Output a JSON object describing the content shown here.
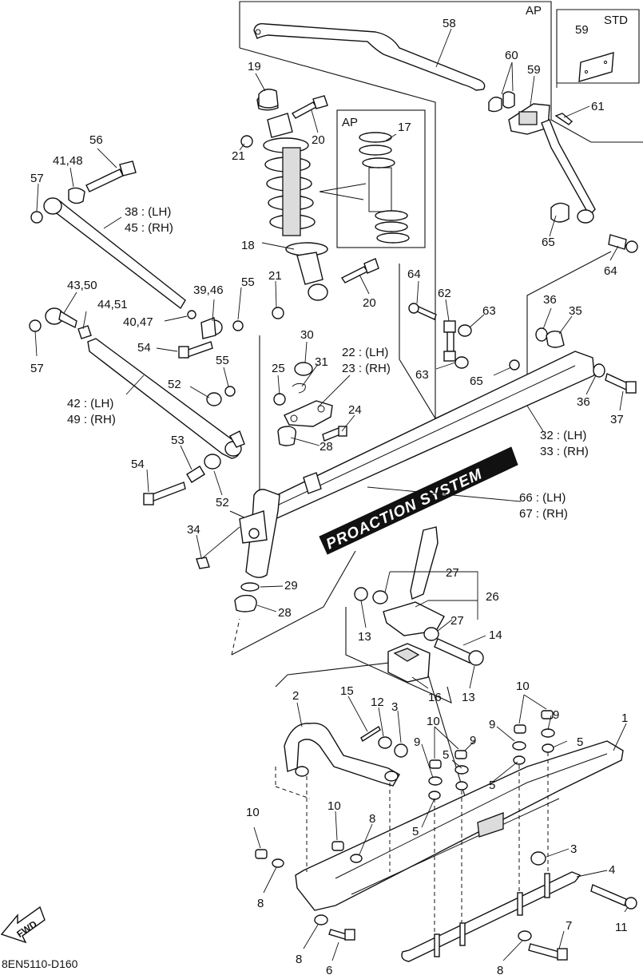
{
  "box_tags": {
    "ap_top": "AP",
    "std": "STD",
    "ap_spring": "AP"
  },
  "brand_decal": "PROACTION SYSTEM",
  "fwd": "FWD",
  "diagram_code": "8EN5110-D160",
  "labels": {
    "l58": "58",
    "l59a": "59",
    "l60": "60",
    "l59b": "59",
    "l61": "61",
    "l19": "19",
    "l20a": "20",
    "l21a": "21",
    "l17": "17",
    "l56": "56",
    "l4148": "41,48",
    "l57a": "57",
    "l38": "38 : (LH)",
    "l45": "45 : (RH)",
    "l18": "18",
    "l21b": "21",
    "l20b": "20",
    "l65a": "65",
    "l64a": "64",
    "l4350": "43,50",
    "l4451": "44,51",
    "l57b": "57",
    "l3946": "39,46",
    "l55a": "55",
    "l4047": "40,47",
    "l54a": "54",
    "l55b": "55",
    "l30": "30",
    "l31": "31",
    "l22": "22 : (LH)",
    "l23": "23 : (RH)",
    "l25": "25",
    "l24": "24",
    "l28a": "28",
    "l64b": "64",
    "l62": "62",
    "l63a": "63",
    "l63b": "63",
    "l65b": "65",
    "l36a": "36",
    "l35": "35",
    "l36b": "36",
    "l37": "37",
    "l52a": "52",
    "l42": "42 : (LH)",
    "l49": "49 : (RH)",
    "l53": "53",
    "l54b": "54",
    "l52b": "52",
    "l32": "32 : (LH)",
    "l33": "33 : (RH)",
    "l66": "66 : (LH)",
    "l67": "67 : (RH)",
    "l34": "34",
    "l29": "29",
    "l28b": "28",
    "l27a": "27",
    "l26": "26",
    "l27b": "27",
    "l14": "14",
    "l13a": "13",
    "l16": "16",
    "l13b": "13",
    "l2": "2",
    "l15": "15",
    "l12": "12",
    "l3a": "3",
    "l10a": "10",
    "l9a": "9",
    "l5a": "5",
    "l9b": "9",
    "l10b": "10",
    "l9c": "9",
    "l9d": "9",
    "l5b": "5",
    "l5c": "5",
    "l1": "1",
    "l5d": "5",
    "l10c": "10",
    "l10d": "10",
    "l8a": "8",
    "l3b": "3",
    "l4": "4",
    "l8b": "8",
    "l11": "11",
    "l8c": "8",
    "l6": "6",
    "l7": "7",
    "l8d": "8"
  }
}
